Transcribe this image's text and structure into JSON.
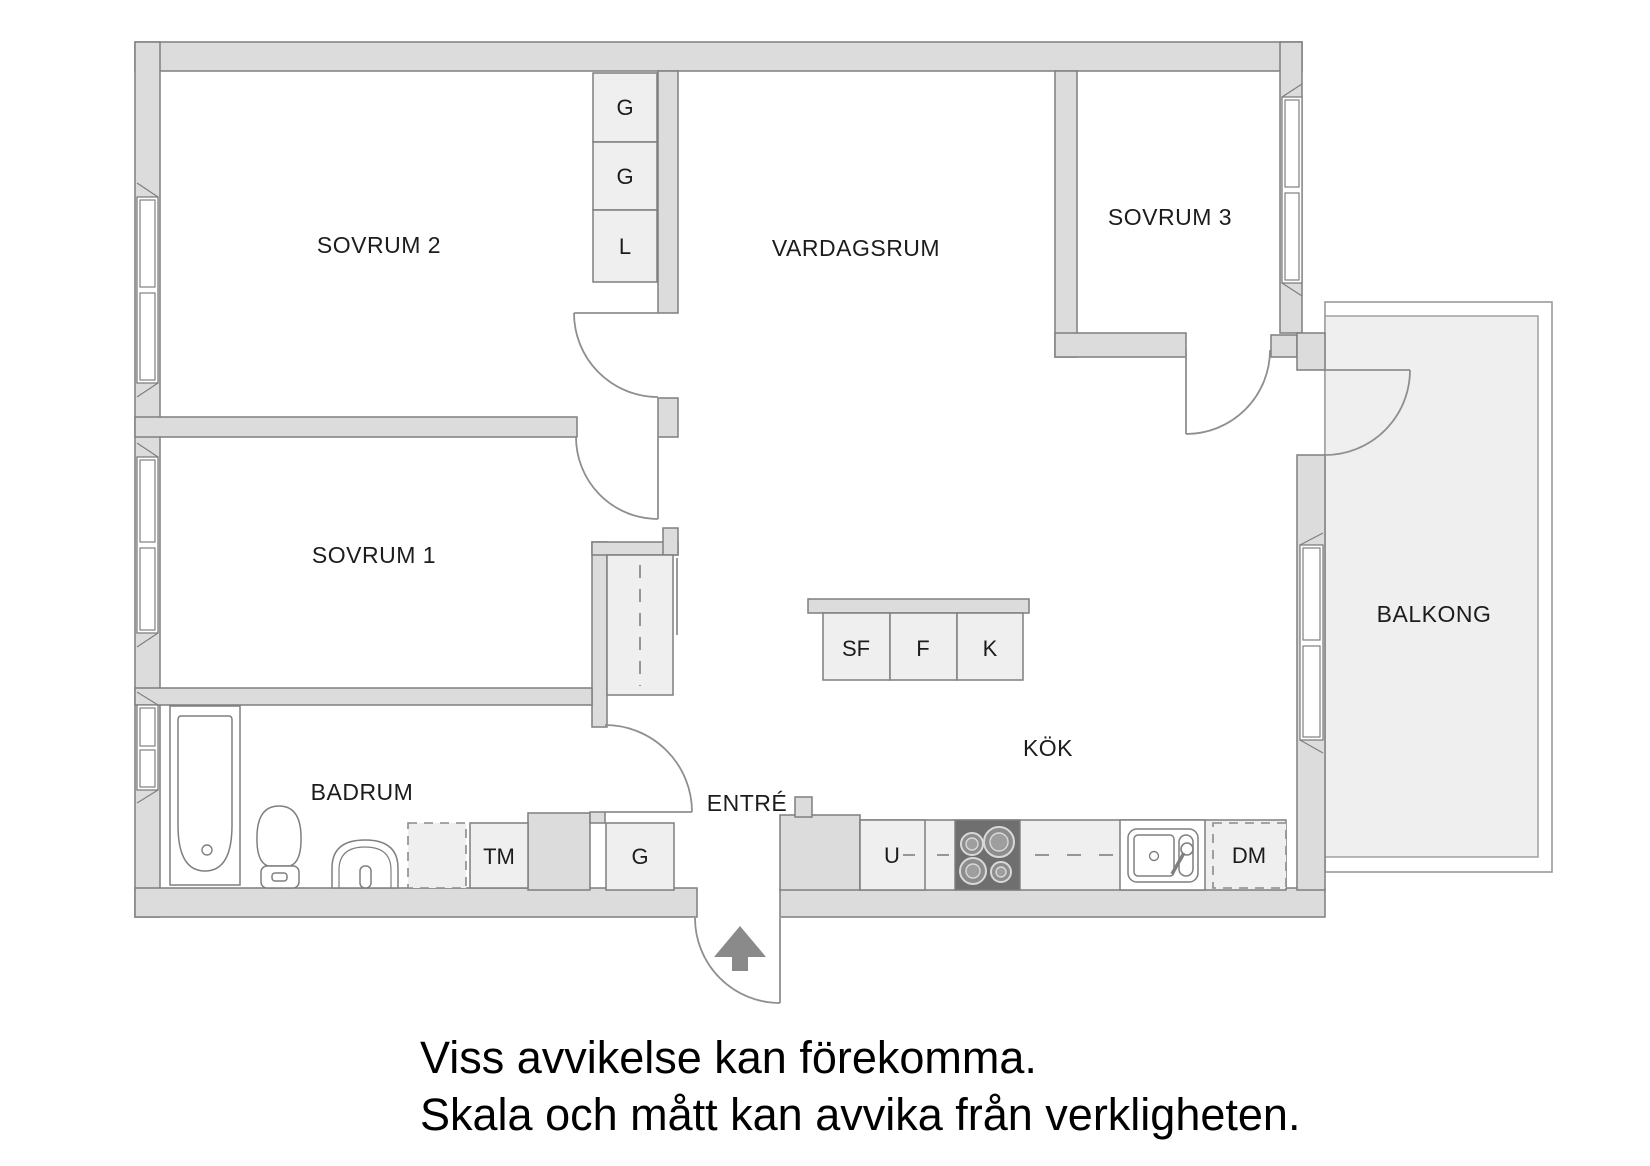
{
  "floorplan": {
    "rooms": {
      "sovrum2": "SOVRUM 2",
      "vardagsrum": "VARDAGSRUM",
      "sovrum3": "SOVRUM 3",
      "sovrum1": "SOVRUM 1",
      "badrum": "BADRUM",
      "entre": "ENTRÉ",
      "kok": "KÖK",
      "balkong": "BALKONG"
    },
    "fixtures": {
      "wardrobe_1": "G",
      "wardrobe_2": "G",
      "linen_closet": "L",
      "hall_wardrobe": "G",
      "washing_machine": "TM",
      "oven": "U",
      "freezer_cabinet": "SF",
      "fridge": "F",
      "cooler": "K",
      "dishwasher": "DM"
    },
    "disclaimer": {
      "line1": "Viss avvikelse kan förekomma.",
      "line2": "Skala och mått kan avvika från verkligheten."
    },
    "colors": {
      "wall_fill": "#dcdcdc",
      "fixture_fill": "#efefef",
      "balcony_fill": "#efefef",
      "stove_fill": "#6f6f6f",
      "arrow_fill": "#8a8a8a",
      "outline": "#7f7f7f",
      "text": "#1c1c1c"
    }
  }
}
